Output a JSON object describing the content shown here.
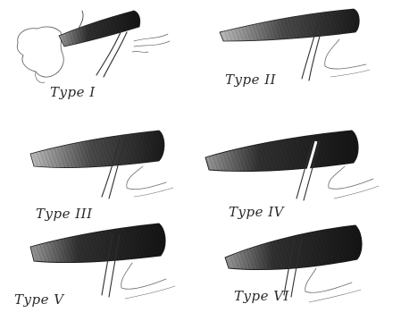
{
  "figure": {
    "panels": [
      {
        "id": "type-1",
        "label": "Type I"
      },
      {
        "id": "type-2",
        "label": "Type II"
      },
      {
        "id": "type-3",
        "label": "Type III"
      },
      {
        "id": "type-4",
        "label": "Type IV"
      },
      {
        "id": "type-5",
        "label": "Type V"
      },
      {
        "id": "type-6",
        "label": "Type VI"
      }
    ],
    "colors": {
      "paper": "#ffffff",
      "graphite_dark": "#1e1e1e",
      "graphite_mid": "#555555",
      "graphite_light": "#9a9a9a"
    }
  }
}
